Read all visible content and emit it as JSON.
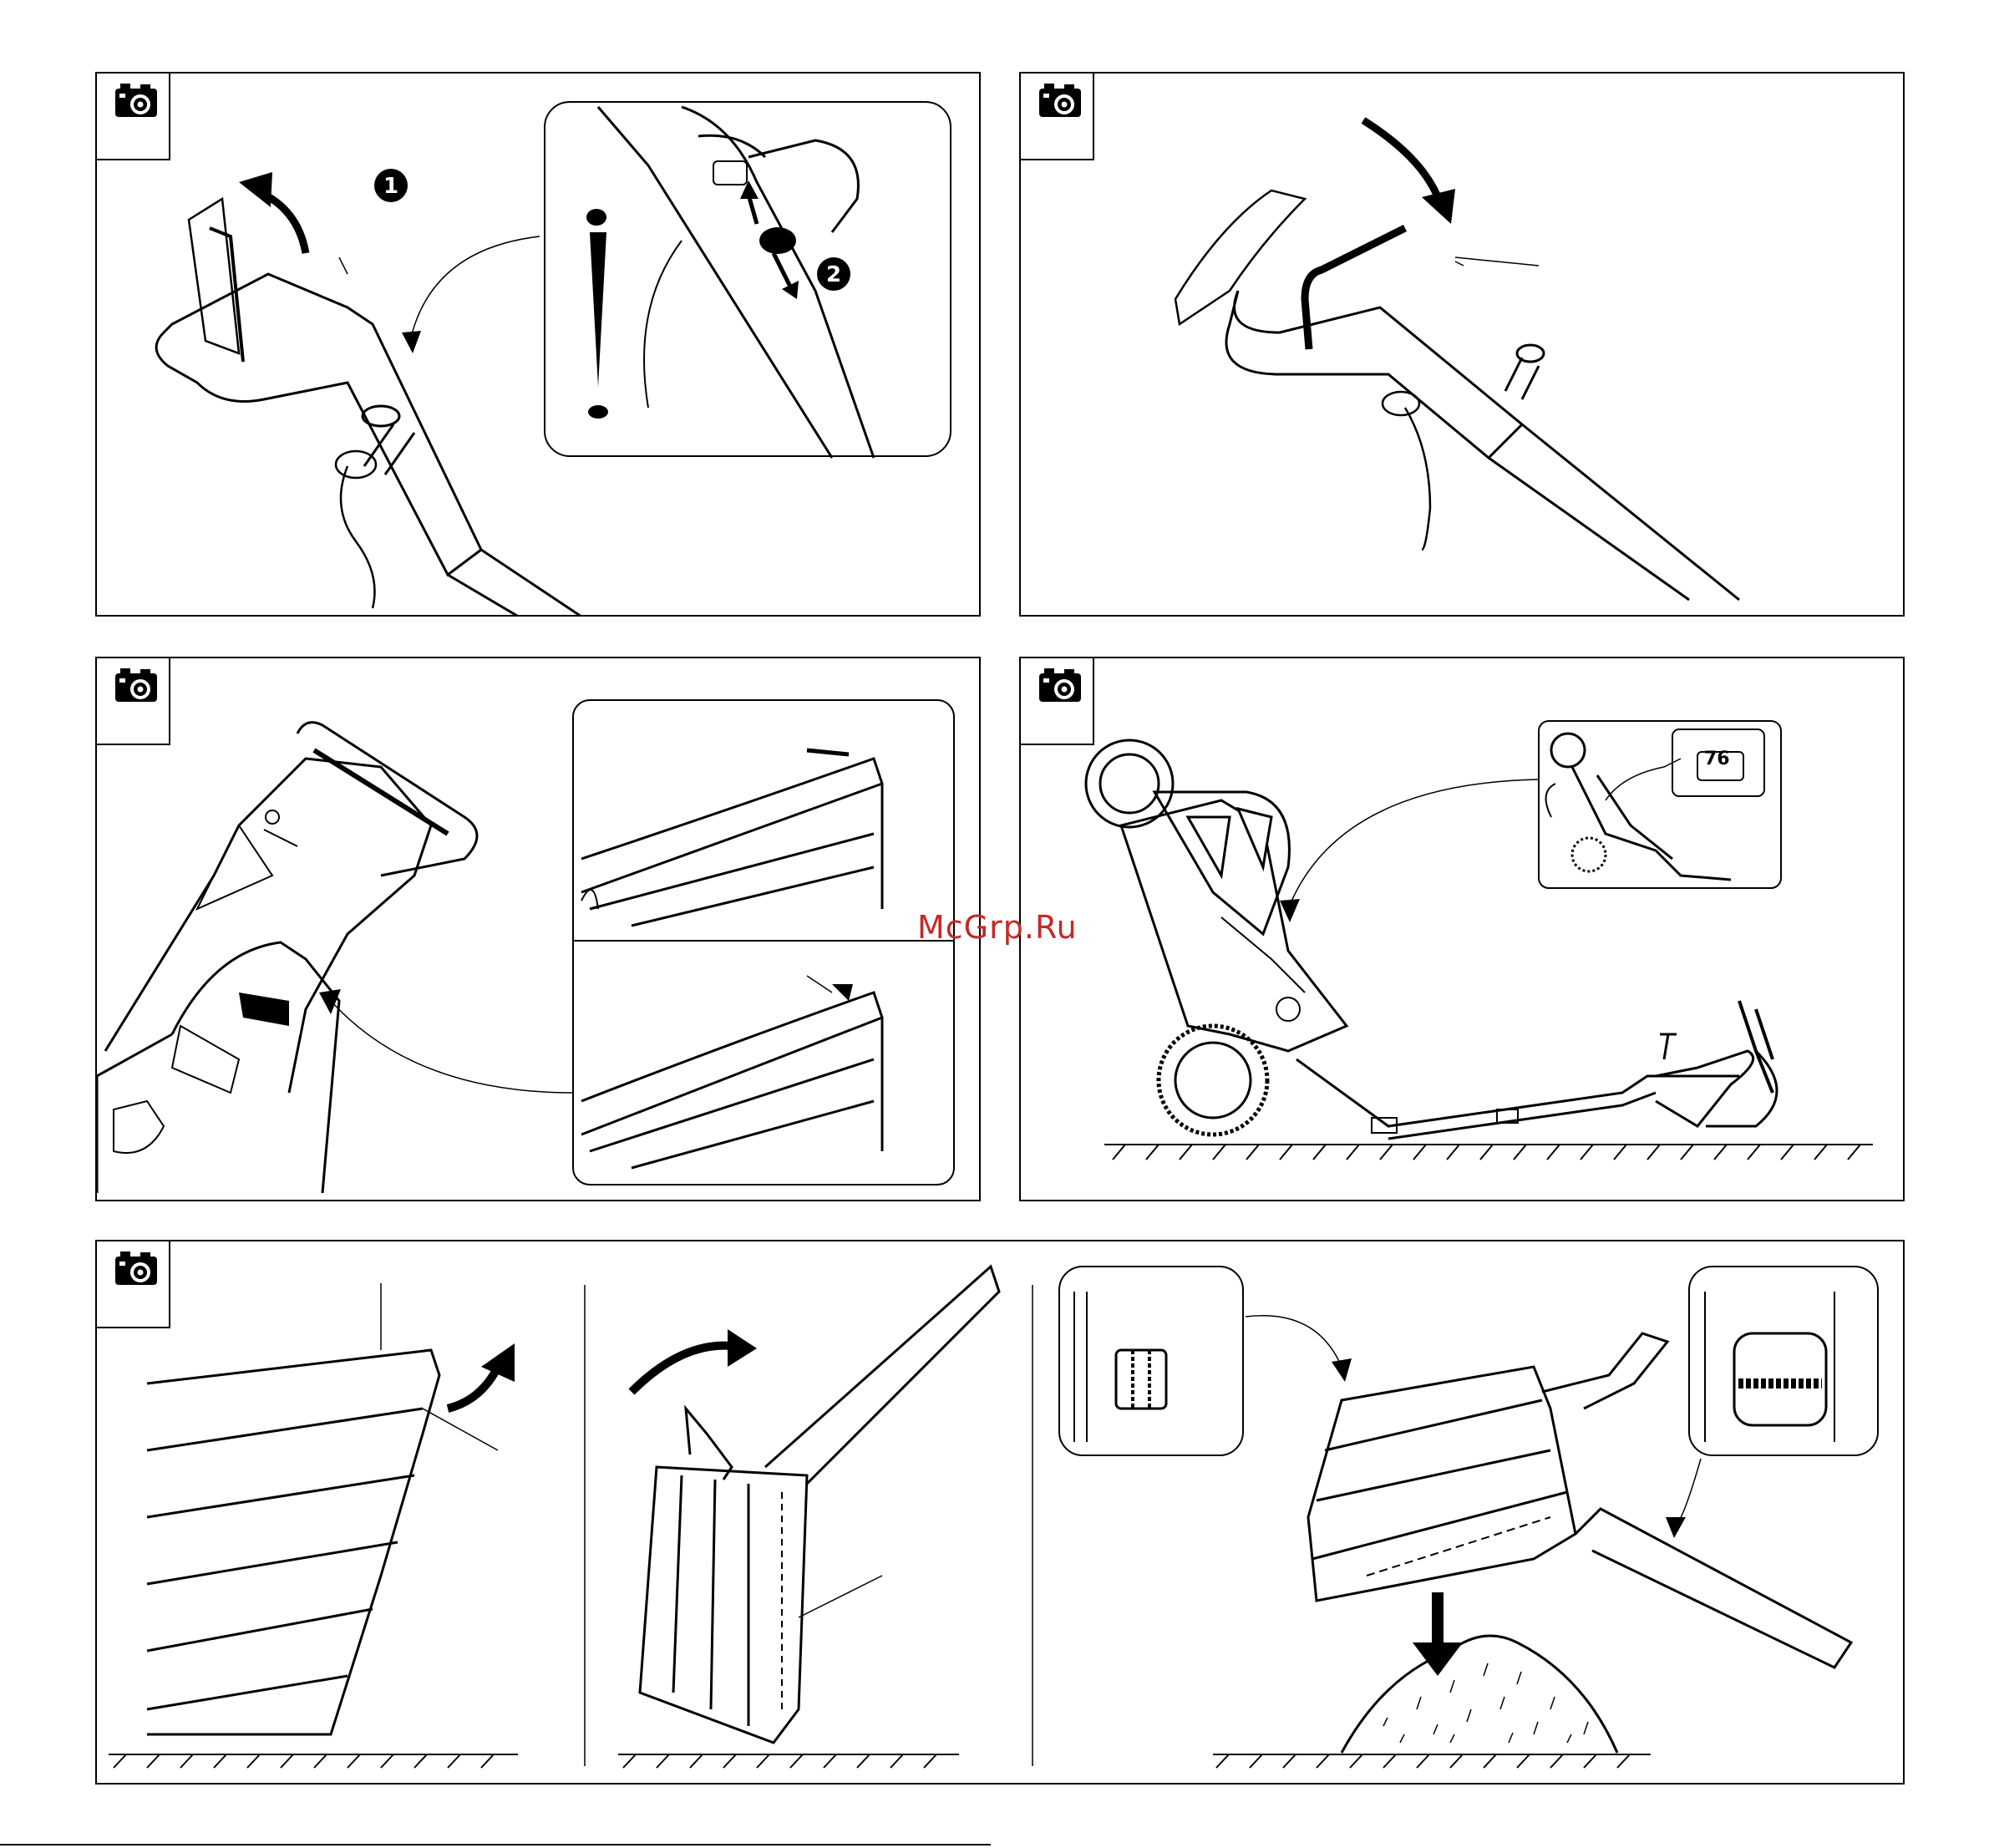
{
  "watermark": "McGrp.Ru",
  "panels": [
    {
      "id": "p1",
      "icon": "camera-icon",
      "markers": [
        "1",
        "2"
      ]
    },
    {
      "id": "p2",
      "icon": "camera-icon"
    },
    {
      "id": "p3",
      "icon": "camera-icon"
    },
    {
      "id": "p4",
      "icon": "camera-icon",
      "inset_label": "76"
    },
    {
      "id": "p5",
      "icon": "camera-icon"
    }
  ]
}
